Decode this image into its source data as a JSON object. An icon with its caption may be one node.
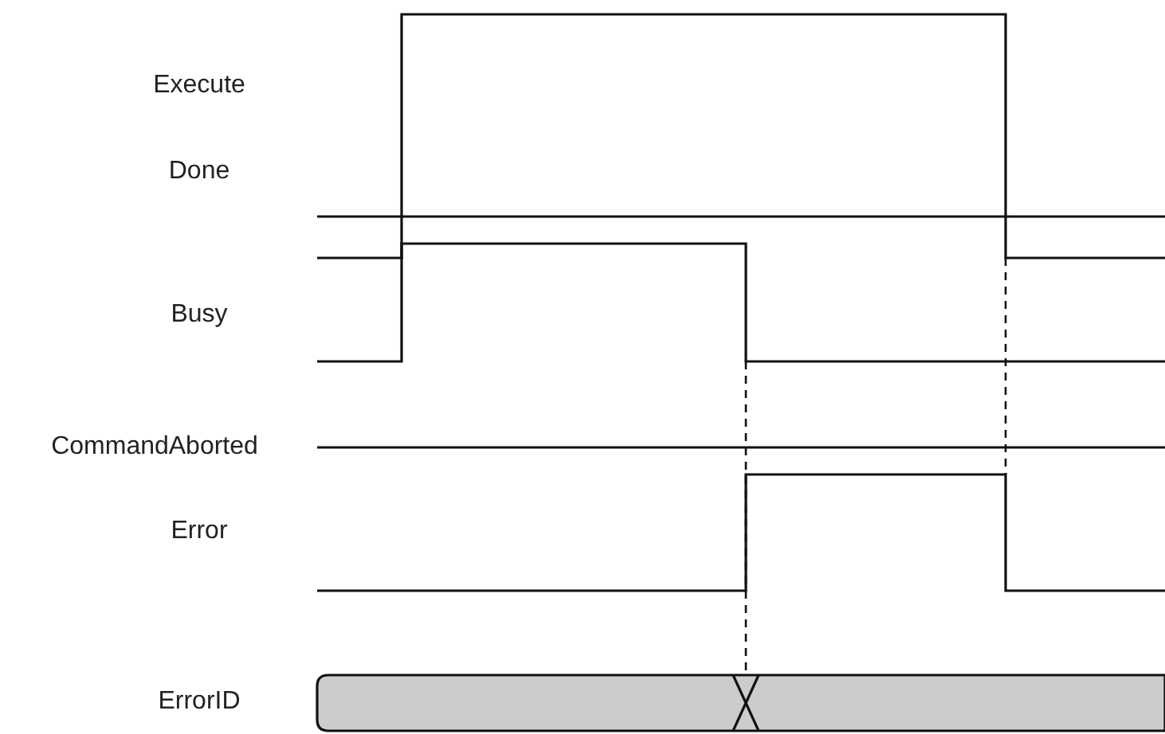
{
  "diagram": {
    "labels": [
      "Execute",
      "Done",
      "Busy",
      "CommandAborted",
      "Error",
      "ErrorID"
    ]
  }
}
